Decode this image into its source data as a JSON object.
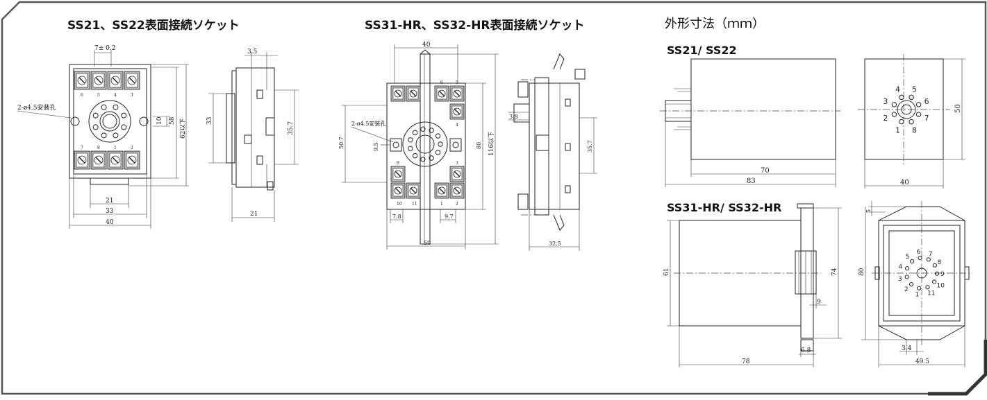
{
  "headings": {
    "ss21": "SS21、SS22表面接続ソケット",
    "ss31": "SS31-HR、SS32-HR表面接続ソケット",
    "dims": "外形寸法（ｍｍ）"
  },
  "subheadings": {
    "ss21": "SS21/ SS22",
    "ss31": "SS31-HR/ SS32-HR"
  },
  "socket1": {
    "dims": {
      "pitch": "7± 0.2",
      "mount_hole": "2-ø4.5安装孔",
      "d10": "10",
      "d58": "58",
      "d62": "62以下",
      "d21": "21",
      "d33": "33",
      "d40": "40"
    },
    "terminals": [
      "6",
      "5",
      "4",
      "3",
      "7",
      "8",
      "1",
      "2"
    ],
    "side": {
      "d35": "3.5",
      "d33": "33",
      "d357": "35.7",
      "d21": "21"
    }
  },
  "socket2": {
    "dims": {
      "d40": "40",
      "mount_hole": "2-ø4.5安装孔",
      "d95": "9.5",
      "d507": "50.7",
      "d80": "80",
      "d116": "116以下",
      "d78": "7.8",
      "d97": "9.7",
      "d50": "50"
    },
    "terminals": [
      "6",
      "5",
      "4",
      "9",
      "3",
      "10",
      "11",
      "1",
      "2"
    ],
    "side": {
      "d38": "3.8",
      "d357": "35.7",
      "d325": "32.5"
    }
  },
  "outline1": {
    "dims": {
      "d70": "70",
      "d83": "83",
      "d50": "50",
      "d40": "40"
    },
    "pins": [
      "1",
      "2",
      "3",
      "4",
      "5",
      "6",
      "7",
      "8"
    ]
  },
  "outline2": {
    "dims": {
      "d61": "61",
      "d74": "74",
      "d9": "9",
      "d68": "6.8",
      "d78": "78",
      "d5": "5",
      "d80": "80",
      "d34": "3.4",
      "d495": "49.5"
    },
    "pins": [
      "1",
      "2",
      "3",
      "4",
      "5",
      "6",
      "7",
      "8",
      "9",
      "10",
      "11"
    ]
  }
}
